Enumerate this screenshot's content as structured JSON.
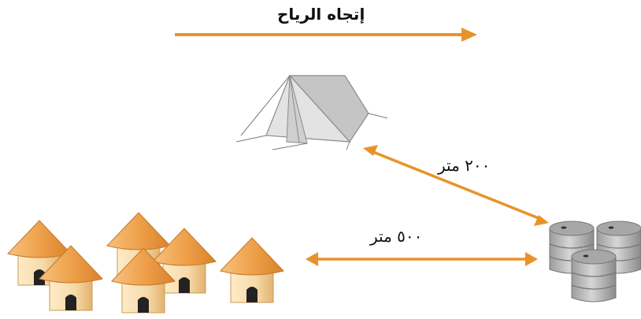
{
  "labels": {
    "wind_direction": "إتجاه الرياح",
    "distance_tent_to_barrels": "٢٠٠ متر",
    "distance_huts_to_barrels": "٥٠٠ متر"
  },
  "colors": {
    "arrow": "#E8932A",
    "hut_roof": "#EFA14B",
    "hut_wall": "#F6D9A8",
    "tent": "#D9D9D9",
    "barrel": "#B8B8B8"
  },
  "icons": [
    "wind-arrow",
    "tent-icon",
    "hut-icon",
    "barrel-icon"
  ]
}
